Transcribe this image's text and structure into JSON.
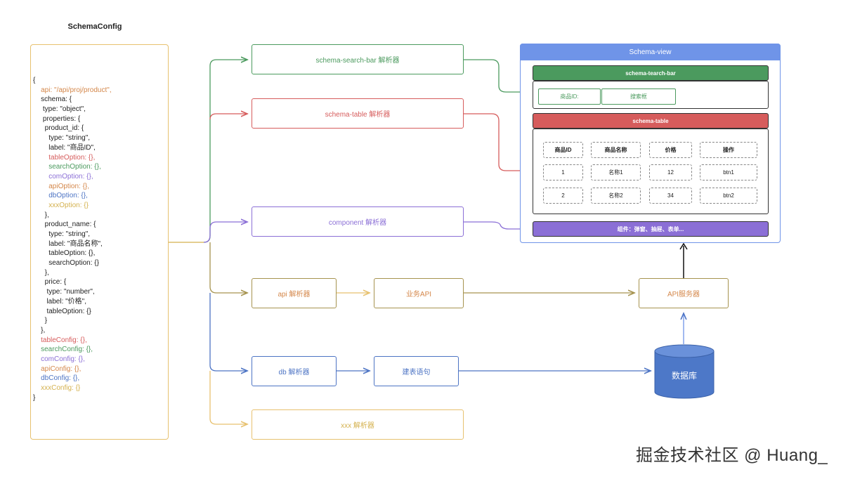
{
  "title": "SchemaConfig",
  "config_code": [
    {
      "text": "{",
      "cls": ""
    },
    {
      "text": "    api: \"/api/proj/product\",",
      "cls": "c-api"
    },
    {
      "text": "    schema: {",
      "cls": ""
    },
    {
      "text": "     type: \"object\",",
      "cls": ""
    },
    {
      "text": "     properties: {",
      "cls": ""
    },
    {
      "text": "      product_id: {",
      "cls": ""
    },
    {
      "text": "        type: \"string\",",
      "cls": ""
    },
    {
      "text": "        label: \"商品ID\",",
      "cls": ""
    },
    {
      "text": "        tableOption: {},",
      "cls": "c-tbl"
    },
    {
      "text": "        searchOption: {},",
      "cls": "c-srch"
    },
    {
      "text": "        comOption: {},",
      "cls": "c-com"
    },
    {
      "text": "        apiOption: {},",
      "cls": "c-api"
    },
    {
      "text": "        dbOption: {},",
      "cls": "c-db"
    },
    {
      "text": "        xxxOption: {}",
      "cls": "c-xxx"
    },
    {
      "text": "      },",
      "cls": ""
    },
    {
      "text": "      product_name: {",
      "cls": ""
    },
    {
      "text": "        type: \"string\",",
      "cls": ""
    },
    {
      "text": "        label: \"商品名称\",",
      "cls": ""
    },
    {
      "text": "        tableOption: {},",
      "cls": ""
    },
    {
      "text": "        searchOption: {}",
      "cls": ""
    },
    {
      "text": "      },",
      "cls": ""
    },
    {
      "text": "      price: {",
      "cls": ""
    },
    {
      "text": "       type: \"number\",",
      "cls": ""
    },
    {
      "text": "       label: \"价格\",",
      "cls": ""
    },
    {
      "text": "       tableOption: {}",
      "cls": ""
    },
    {
      "text": "      }",
      "cls": ""
    },
    {
      "text": "    },",
      "cls": ""
    },
    {
      "text": "    tableConfig: {},",
      "cls": "c-tbl"
    },
    {
      "text": "    searchConfig: {},",
      "cls": "c-srch"
    },
    {
      "text": "    comConfig: {},",
      "cls": "c-com"
    },
    {
      "text": "    apiConfig: {},",
      "cls": "c-api"
    },
    {
      "text": "    dbConfig: {},",
      "cls": "c-db"
    },
    {
      "text": "    xxxConfig: {}",
      "cls": "c-xxx"
    },
    {
      "text": "}",
      "cls": ""
    }
  ],
  "nodes": {
    "search_parser": "schema-search-bar 解析器",
    "table_parser": "schema-table 解析器",
    "component_parser": "component 解析器",
    "api_parser": "api 解析器",
    "business_api": "业务API",
    "api_server": "API服务器",
    "db_parser": "db 解析器",
    "sql": "建表语句",
    "database": "数据库",
    "xxx_parser": "xxx 解析器"
  },
  "view": {
    "title": "Schema-view",
    "search_bar": "schema-tearch-bar",
    "search_field_label": "商品ID:",
    "search_field_input": "搜索框",
    "table_bar": "schema-table",
    "table_headers": [
      "商品ID",
      "商品名称",
      "价格",
      "操作"
    ],
    "table_rows": [
      [
        "1",
        "名称1",
        "12",
        "btn1"
      ],
      [
        "2",
        "名称2",
        "34",
        "btn2"
      ]
    ],
    "component_bar": "组件：弹窗、抽屉、表单..."
  },
  "watermark": "掘金技术社区 @ Huang_",
  "colors": {
    "search": "#4b9a5e",
    "table": "#d65c5c",
    "component": "#8b6fd6",
    "api": "#d4874a",
    "db": "#4d74c4",
    "xxx": "#d4b14e",
    "config_border": "#e7c16f",
    "view": "#6f94e8"
  }
}
